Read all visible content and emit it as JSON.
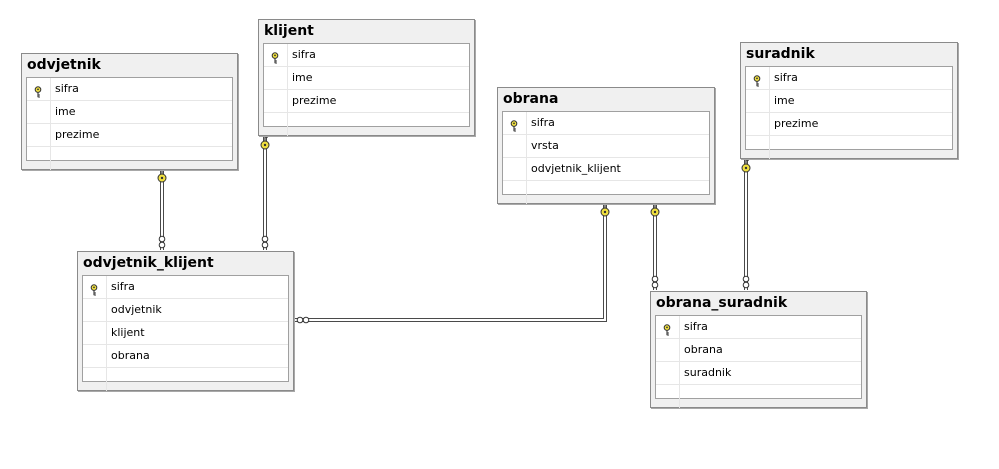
{
  "tables": [
    {
      "id": "odvjetnik",
      "title": "odvjetnik",
      "columns": [
        {
          "name": "sifra",
          "pk": true
        },
        {
          "name": "ime",
          "pk": false
        },
        {
          "name": "prezime",
          "pk": false
        }
      ]
    },
    {
      "id": "klijent",
      "title": "klijent",
      "columns": [
        {
          "name": "sifra",
          "pk": true
        },
        {
          "name": "ime",
          "pk": false
        },
        {
          "name": "prezime",
          "pk": false
        }
      ]
    },
    {
      "id": "obrana",
      "title": "obrana",
      "columns": [
        {
          "name": "sifra",
          "pk": true
        },
        {
          "name": "vrsta",
          "pk": false
        },
        {
          "name": "odvjetnik_klijent",
          "pk": false
        }
      ]
    },
    {
      "id": "suradnik",
      "title": "suradnik",
      "columns": [
        {
          "name": "sifra",
          "pk": true
        },
        {
          "name": "ime",
          "pk": false
        },
        {
          "name": "prezime",
          "pk": false
        }
      ]
    },
    {
      "id": "odvjetnik_klijent",
      "title": "odvjetnik_klijent",
      "columns": [
        {
          "name": "sifra",
          "pk": true
        },
        {
          "name": "odvjetnik",
          "pk": false
        },
        {
          "name": "klijent",
          "pk": false
        },
        {
          "name": "obrana",
          "pk": false
        }
      ]
    },
    {
      "id": "obrana_suradnik",
      "title": "obrana_suradnik",
      "columns": [
        {
          "name": "sifra",
          "pk": true
        },
        {
          "name": "obrana",
          "pk": false
        },
        {
          "name": "suradnik",
          "pk": false
        }
      ]
    }
  ],
  "relationships": [
    {
      "from": "odvjetnik",
      "to": "odvjetnik_klijent",
      "one_end": "key",
      "many_end": "infinity"
    },
    {
      "from": "klijent",
      "to": "odvjetnik_klijent",
      "one_end": "key",
      "many_end": "infinity"
    },
    {
      "from": "obrana",
      "to": "odvjetnik_klijent",
      "one_end": "key",
      "many_end": "infinity"
    },
    {
      "from": "obrana",
      "to": "obrana_suradnik",
      "one_end": "key",
      "many_end": "infinity"
    },
    {
      "from": "suradnik",
      "to": "obrana_suradnik",
      "one_end": "key",
      "many_end": "infinity"
    }
  ],
  "colors": {
    "key_fill": "#f0e040",
    "line": "#4a4a4a",
    "header_bg": "#f0f0f0",
    "border": "#8a8a8a"
  }
}
